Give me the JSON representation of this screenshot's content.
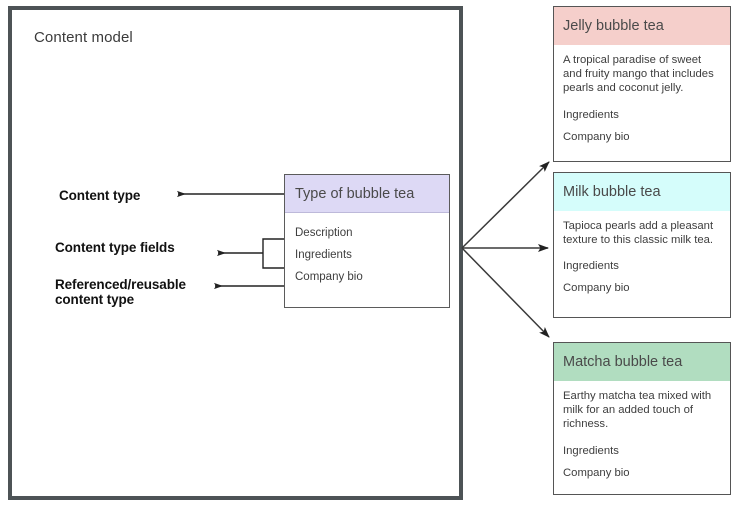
{
  "frame": {
    "title": "Content model"
  },
  "annotations": [
    {
      "name": "content-type",
      "text": "Content type"
    },
    {
      "name": "content-type-fields",
      "text": "Content type fields"
    },
    {
      "name": "referenced-content-type",
      "text": "Referenced/reusable\ncontent type"
    }
  ],
  "entity": {
    "title": "Type of bubble tea",
    "header_color": "#ddd9f5",
    "fields": [
      "Description",
      "Ingredients",
      "Company bio"
    ]
  },
  "cards": [
    {
      "name": "jelly",
      "title": "Jelly bubble tea",
      "header_color": "#f5cfcb",
      "description": "A tropical paradise of sweet and fruity mango that includes pearls and coconut jelly.",
      "fields": [
        "Ingredients",
        "Company bio"
      ]
    },
    {
      "name": "milk",
      "title": "Milk bubble tea",
      "header_color": "#d5fdfb",
      "description": "Tapioca pearls add a pleasant texture to this classic milk tea.",
      "fields": [
        "Ingredients",
        "Company bio"
      ]
    },
    {
      "name": "matcha",
      "title": "Matcha bubble tea",
      "header_color": "#b1ddc0",
      "description": "Earthy matcha tea mixed with milk for an added touch of richness.",
      "fields": [
        "Ingredients",
        "Company bio"
      ]
    }
  ],
  "colors": {
    "frame_border": "#4d5356",
    "box_border": "#555555",
    "connector": "#333333",
    "text": "#3e3e3e",
    "label_text": "#111111"
  }
}
